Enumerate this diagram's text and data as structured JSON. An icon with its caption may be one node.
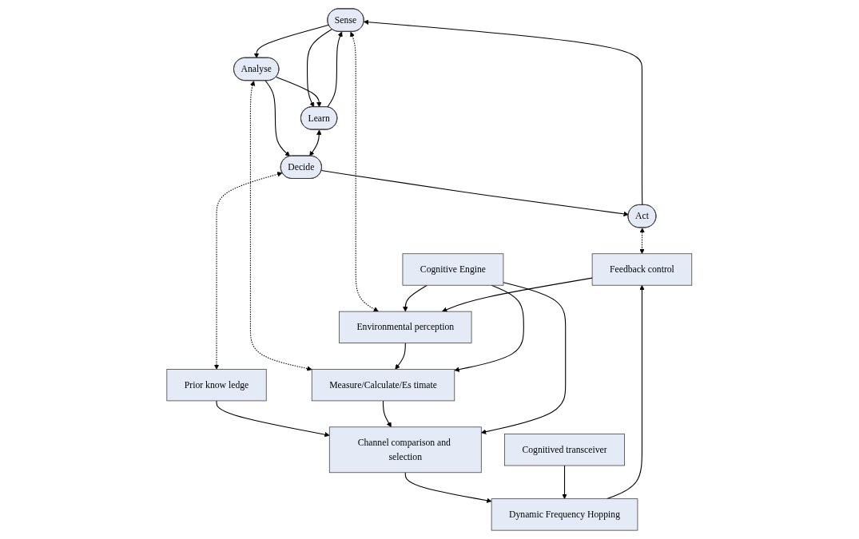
{
  "diagram": {
    "nodes": [
      {
        "text": [
          "Sense"
        ]
      },
      {
        "text": [
          "Analyse"
        ]
      },
      {
        "text": [
          "Learn"
        ]
      },
      {
        "text": [
          "Decide"
        ]
      },
      {
        "text": [
          "Act"
        ]
      },
      {
        "text": [
          "Prior know ledge"
        ]
      },
      {
        "text": [
          "Feedback control"
        ]
      },
      {
        "text": [
          "Environmental perception"
        ]
      },
      {
        "text": [
          "Measure/Calculate/Es timate"
        ]
      },
      {
        "text": [
          "Channel comparison and selection"
        ]
      },
      {
        "text": [
          "Dynamic Frequency Hopping"
        ]
      },
      {
        "text": [
          "Cognitive Engine"
        ]
      },
      {
        "text": [
          "Cognitived transceiver"
        ]
      }
    ],
    "edges": [
      {
        "from": 0,
        "to": 1,
        "arrow": "to"
      },
      {
        "from": 1,
        "to": 3,
        "arrow": "to"
      },
      {
        "from": 3,
        "to": 4,
        "arrow": "to"
      },
      {
        "from": 2,
        "to": 0,
        "arrow": "to"
      },
      {
        "from": 0,
        "to": 2,
        "arrow": "to"
      },
      {
        "from": 1,
        "to": 2,
        "arrow": "to"
      },
      {
        "from": 2,
        "to": 3,
        "arrow": "both"
      },
      {
        "from": 4,
        "to": 0,
        "arrow": "to"
      },
      {
        "from": 0,
        "to": 7,
        "arrow": "both",
        "style": "dashed"
      },
      {
        "from": 1,
        "to": 8,
        "arrow": "both",
        "style": "dashed"
      },
      {
        "from": 3,
        "to": 5,
        "arrow": "both",
        "style": "dashed"
      },
      {
        "from": 4,
        "to": 6,
        "arrow": "both",
        "style": "dashed"
      },
      {
        "from": 5,
        "to": 9,
        "arrow": "to"
      },
      {
        "from": 7,
        "to": 8,
        "arrow": "to"
      },
      {
        "from": 8,
        "to": 9,
        "arrow": "to"
      },
      {
        "from": 9,
        "to": 10,
        "arrow": "to"
      },
      {
        "from": 11,
        "to": 7,
        "arrow": "to"
      },
      {
        "from": 11,
        "to": 8,
        "arrow": "to"
      },
      {
        "from": 11,
        "to": 9,
        "arrow": "to"
      },
      {
        "from": 12,
        "to": 10,
        "arrow": "to"
      },
      {
        "from": 6,
        "to": 7,
        "arrow": "to"
      },
      {
        "from": 10,
        "to": 6,
        "arrow": "to"
      }
    ]
  }
}
